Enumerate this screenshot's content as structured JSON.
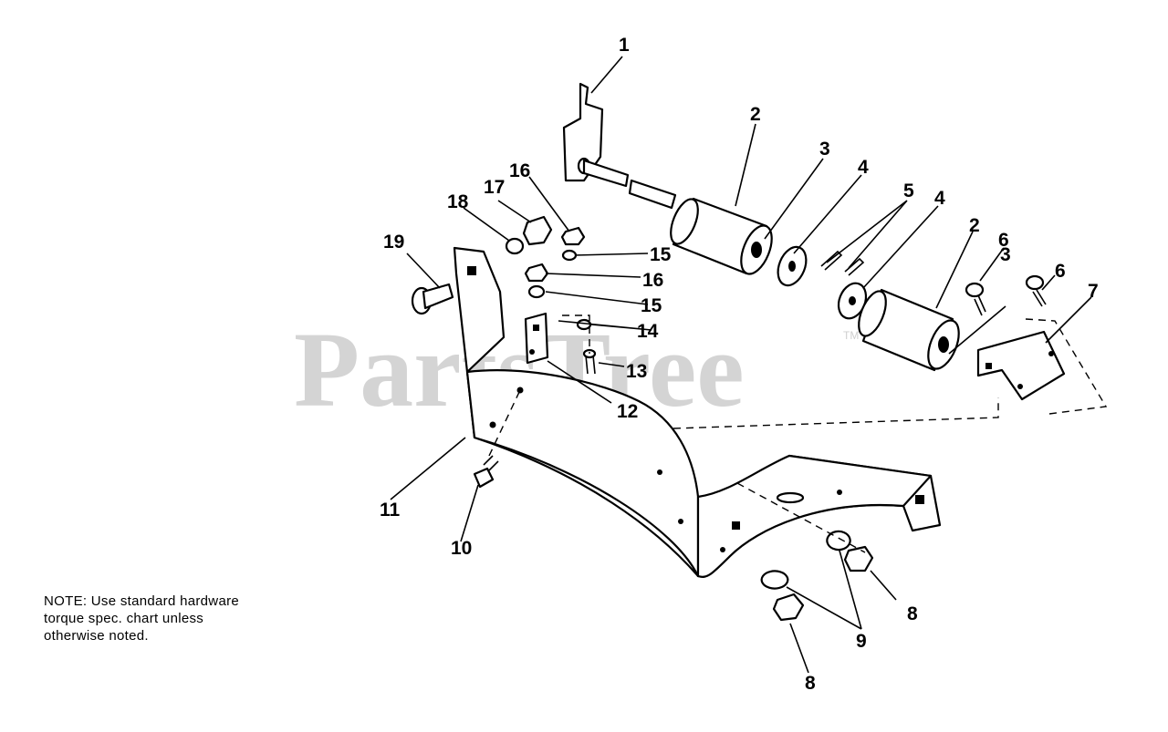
{
  "watermark": {
    "brand": "PartsTree",
    "trademark": "TM"
  },
  "note": {
    "lines": [
      "NOTE: Use standard hardware",
      "torque spec. chart unless",
      "otherwise noted."
    ]
  },
  "callouts": {
    "c1": "1",
    "c2a": "2",
    "c2b": "2",
    "c3a": "3",
    "c3b": "3",
    "c4a": "4",
    "c4b": "4",
    "c5": "5",
    "c6a": "6",
    "c6b": "6",
    "c7": "7",
    "c8a": "8",
    "c8b": "8",
    "c9": "9",
    "c10": "10",
    "c11": "11",
    "c12": "12",
    "c13": "13",
    "c14": "14",
    "c15a": "15",
    "c15b": "15",
    "c16a": "16",
    "c16b": "16",
    "c17": "17",
    "c18": "18",
    "c19": "19"
  }
}
